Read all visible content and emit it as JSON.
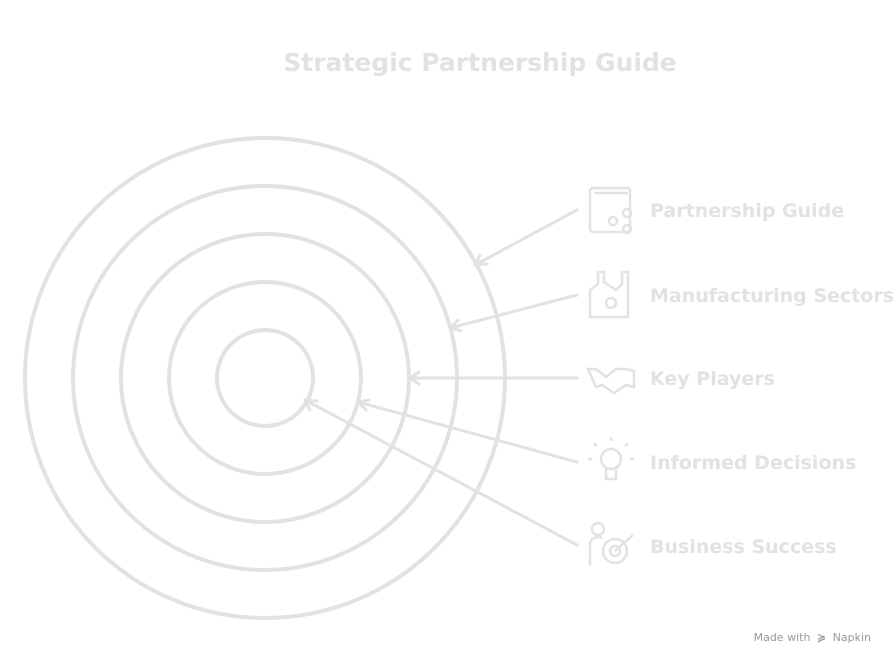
{
  "title": "Strategic Partnership Guide",
  "layers": [
    {
      "label": "Partnership Guide",
      "icon": "book-share-icon"
    },
    {
      "label": "Manufacturing Sectors",
      "icon": "factory-icon"
    },
    {
      "label": "Key Players",
      "icon": "handshake-icon"
    },
    {
      "label": "Informed Decisions",
      "icon": "lightbulb-icon"
    },
    {
      "label": "Business Success",
      "icon": "person-target-icon"
    }
  ],
  "watermark": {
    "prefix": "Made with",
    "brand": "Napkin"
  },
  "colors": {
    "stroke": "#efefef",
    "watermark": "#9a9a9a"
  }
}
